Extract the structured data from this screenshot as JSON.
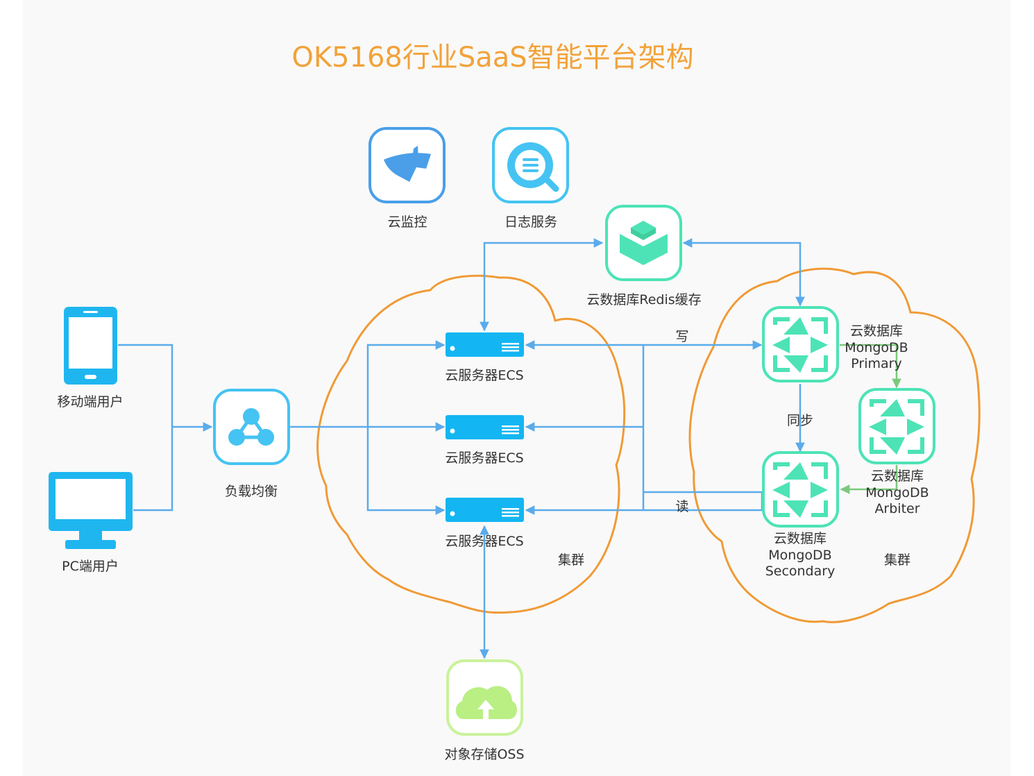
{
  "title": "OK5168行业SaaS智能平台架构",
  "colors": {
    "title": "#f2a23a",
    "cloud_outline": "#f09a36",
    "connector_blue": "#5aabeb",
    "connector_green": "#7bc97b",
    "icon_blue": "#4a9fe8",
    "icon_cyan": "#1fb6f0",
    "icon_teal": "#3fe0b5",
    "icon_green": "#b9ef83"
  },
  "nodes": {
    "mobile_user": {
      "label": "移动端用户",
      "icon": "smartphone-icon"
    },
    "pc_user": {
      "label": "PC端用户",
      "icon": "monitor-icon"
    },
    "load_balancer": {
      "label": "负载均衡",
      "icon": "load-balancer-icon"
    },
    "cloud_monitor": {
      "label": "云监控",
      "icon": "cloud-monitor-icon"
    },
    "log_service": {
      "label": "日志服务",
      "icon": "log-service-icon"
    },
    "redis": {
      "label": "云数据库Redis缓存",
      "icon": "redis-cache-icon"
    },
    "ecs": [
      {
        "label": "云服务器ECS"
      },
      {
        "label": "云服务器ECS"
      },
      {
        "label": "云服务器ECS"
      }
    ],
    "oss": {
      "label": "对象存储OSS",
      "icon": "oss-storage-icon"
    },
    "mongo_primary": {
      "line1": "云数据库",
      "line2": "MongoDB",
      "line3": "Primary"
    },
    "mongo_arbiter": {
      "line1": "云数据库",
      "line2": "MongoDB",
      "line3": "Arbiter"
    },
    "mongo_secondary": {
      "line1": "云数据库",
      "line2": "MongoDB",
      "line3": "Secondary"
    }
  },
  "clusters": {
    "ecs_cluster_label": "集群",
    "db_cluster_label": "集群"
  },
  "edges": {
    "write": "写",
    "read": "读",
    "sync": "同步"
  }
}
